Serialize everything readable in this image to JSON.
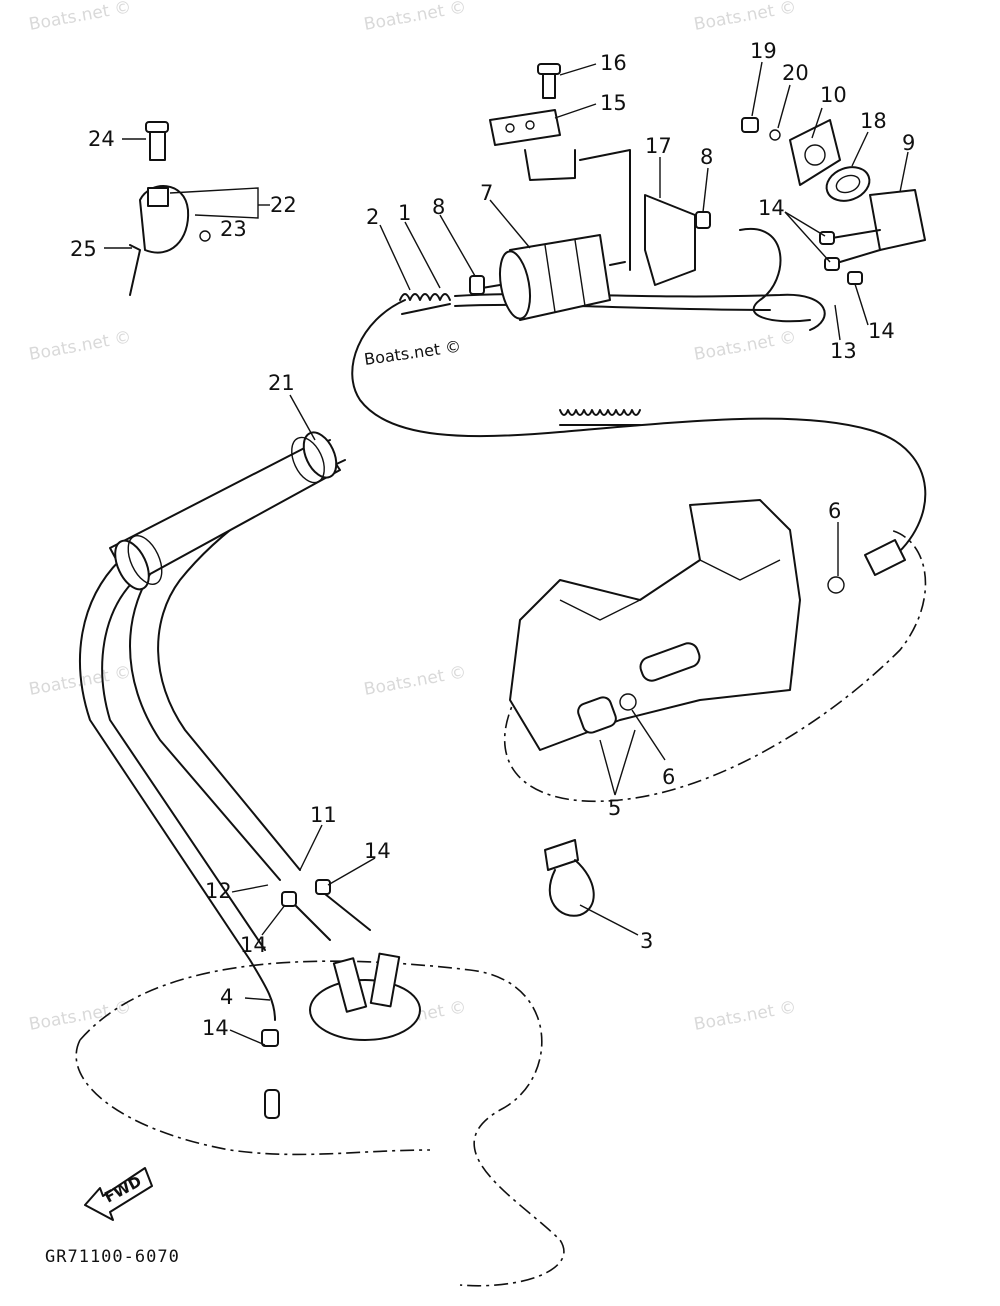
{
  "diagram": {
    "drawing_code": "GR71100-6070",
    "fwd_label": "FWD",
    "watermark": "Boats.net ©",
    "watermark_center": "Boats.net ©",
    "callouts": [
      {
        "id": "c24",
        "label": "24"
      },
      {
        "id": "c22",
        "label": "22"
      },
      {
        "id": "c23",
        "label": "23"
      },
      {
        "id": "c25",
        "label": "25"
      },
      {
        "id": "c16",
        "label": "16"
      },
      {
        "id": "c15",
        "label": "15"
      },
      {
        "id": "c17",
        "label": "17"
      },
      {
        "id": "c7",
        "label": "7"
      },
      {
        "id": "c8a",
        "label": "8"
      },
      {
        "id": "c8b",
        "label": "8"
      },
      {
        "id": "c2",
        "label": "2"
      },
      {
        "id": "c1",
        "label": "1"
      },
      {
        "id": "c19",
        "label": "19"
      },
      {
        "id": "c20",
        "label": "20"
      },
      {
        "id": "c10",
        "label": "10"
      },
      {
        "id": "c18",
        "label": "18"
      },
      {
        "id": "c9",
        "label": "9"
      },
      {
        "id": "c14a",
        "label": "14"
      },
      {
        "id": "c14b",
        "label": "14"
      },
      {
        "id": "c13",
        "label": "13"
      },
      {
        "id": "c21",
        "label": "21"
      },
      {
        "id": "c6a",
        "label": "6"
      },
      {
        "id": "c6b",
        "label": "6"
      },
      {
        "id": "c5",
        "label": "5"
      },
      {
        "id": "c3",
        "label": "3"
      },
      {
        "id": "c11",
        "label": "11"
      },
      {
        "id": "c12",
        "label": "12"
      },
      {
        "id": "c14c",
        "label": "14"
      },
      {
        "id": "c14d",
        "label": "14"
      },
      {
        "id": "c4",
        "label": "4"
      },
      {
        "id": "c14e",
        "label": "14"
      }
    ]
  }
}
